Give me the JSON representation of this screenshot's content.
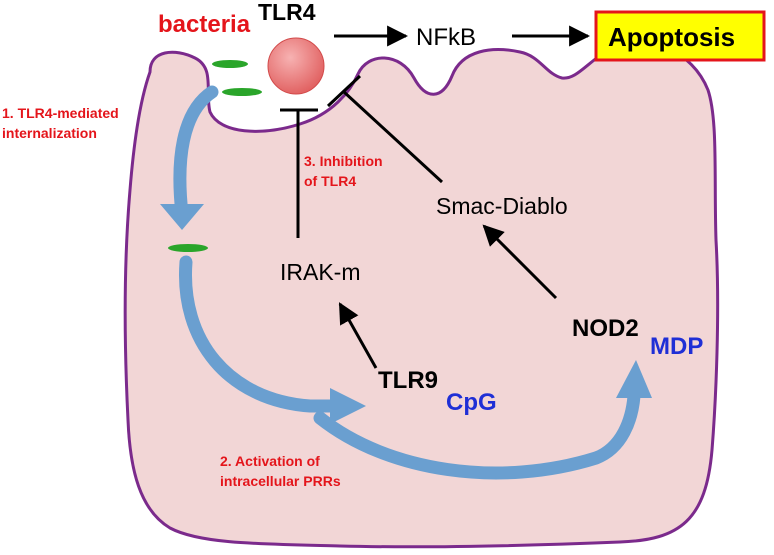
{
  "labels": {
    "bacteria": "bacteria",
    "tlr4": "TLR4",
    "nfkb": "NFkB",
    "apoptosis": "Apoptosis",
    "step1_line1": "1. TLR4-mediated",
    "step1_line2": "internalization",
    "step2_line1": "2. Activation of",
    "step2_line2": "intracellular PRRs",
    "step3_line1": "3. Inhibition",
    "step3_line2": "of TLR4",
    "smac": "Smac-Diablo",
    "irak": "IRAK-m",
    "nod2": "NOD2",
    "mdp": "MDP",
    "tlr9": "TLR9",
    "cpg": "CpG"
  },
  "colors": {
    "cell_fill": "#f2d6d6",
    "cell_border": "#7b2a8c",
    "bacterium_fill": "#e47777",
    "bacteria_rods": "#2aa52a",
    "flow_arrows": "#6a9fd0",
    "red_text": "#e4151b",
    "blue_text": "#1f2fd6",
    "apoptosis_box_fill": "#ffff00",
    "apoptosis_box_border": "#e4151b"
  }
}
